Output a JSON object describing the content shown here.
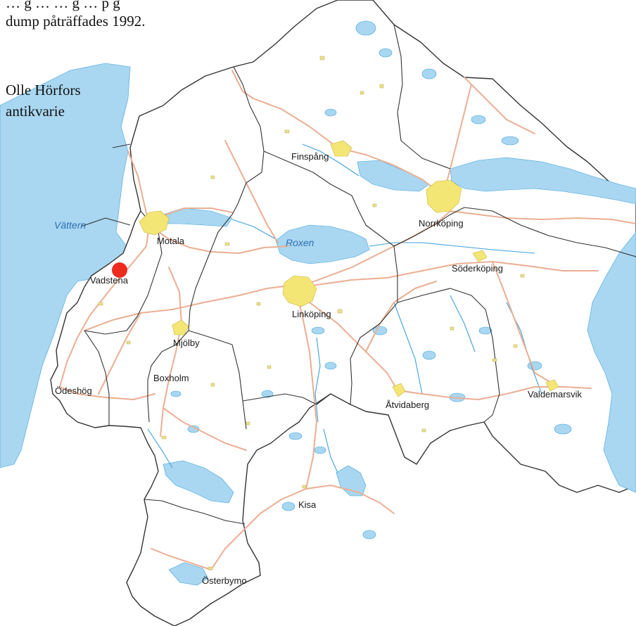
{
  "caption": {
    "line1": "… g … … g … p g",
    "line2": "dump påträffades 1992."
  },
  "author": {
    "name": "Olle Hörfors",
    "title": "antikvarie"
  },
  "lakes": [
    {
      "id": "vattern",
      "label": "Vättern"
    },
    {
      "id": "roxen",
      "label": "Roxen"
    }
  ],
  "towns": [
    {
      "id": "finspang",
      "label": "Finspång"
    },
    {
      "id": "norrkoping",
      "label": "Norrköping"
    },
    {
      "id": "motala",
      "label": "Motala"
    },
    {
      "id": "vadstena",
      "label": "Vadstena"
    },
    {
      "id": "soderkoping",
      "label": "Söderköping"
    },
    {
      "id": "linkoping",
      "label": "Linköping"
    },
    {
      "id": "mjolby",
      "label": "Mjölby"
    },
    {
      "id": "boxholm",
      "label": "Boxholm"
    },
    {
      "id": "odeshog",
      "label": "Ödeshög"
    },
    {
      "id": "atvidaberg",
      "label": "Åtvidaberg"
    },
    {
      "id": "valdemarsvik",
      "label": "Valdemarsvik"
    },
    {
      "id": "kisa",
      "label": "Kisa"
    },
    {
      "id": "osterbymo",
      "label": "Österbymo"
    }
  ],
  "marker": {
    "color": "#ee2b1f",
    "near": "Vadstena"
  },
  "colors": {
    "water": "#a9d7f1",
    "water_edge": "#3fa0dc",
    "road": "#ebae93",
    "urban": "#f4e675",
    "border": "#333333",
    "lake_label": "#2d6fb3"
  }
}
